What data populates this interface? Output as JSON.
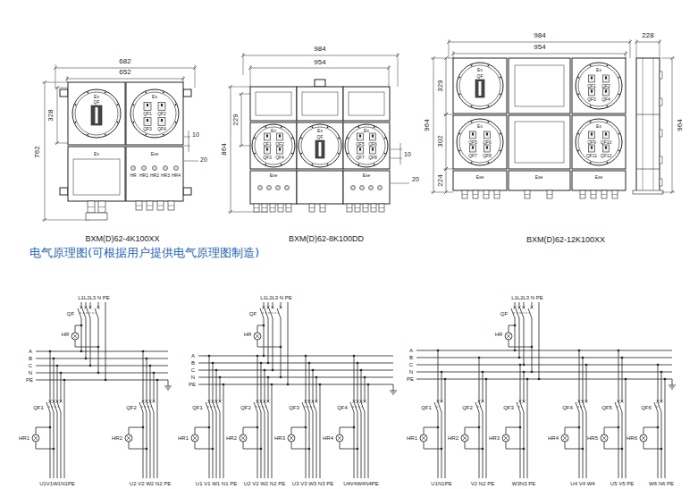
{
  "diagram": {
    "title": "电气原理图(可根据用户提供电气原理图制造)",
    "labels": [
      "682",
      "652",
      "762",
      "328",
      "10",
      "20",
      "Ex",
      "QF",
      "Ex",
      "QF1",
      "QF2",
      "QF3",
      "QF4",
      "Ex",
      "Exe",
      "HR",
      "HR1",
      "HR2",
      "HR3",
      "HR4",
      "BXM(D)62-4K100XX",
      "984",
      "954",
      "864",
      "229",
      "10",
      "20",
      "Ex",
      "Ex",
      "Ex",
      "QF1",
      "QF2",
      "QF3",
      "QF4",
      "QF",
      "QF5",
      "QF6",
      "QF7",
      "QF8",
      "Exe",
      "Exe",
      "BXM(D)62-8K100DD",
      "984",
      "954",
      "964",
      "329",
      "302",
      "224",
      "228",
      "964",
      "Ex",
      "QF",
      "Ex",
      "QF1",
      "QF2",
      "QF3",
      "QF4",
      "Ex",
      "QF5",
      "QF6",
      "QF7",
      "QF8",
      "Ex",
      "QF9",
      "QF10",
      "QF11",
      "QF12",
      "Exe",
      "Exe",
      "Exe",
      "BXM(D)62-12K100XX",
      "L1L2L3 N PE",
      "QF",
      "HR",
      "A",
      "B",
      "C",
      "N",
      "PE",
      "QF1",
      "HR1",
      "U1V1W1N1PE",
      "QF2",
      "HR2",
      "U2 V2 W2 N2 PE",
      "L1L2L3 N PE",
      "QF",
      "HR",
      "A",
      "B",
      "C",
      "N",
      "PE",
      "QF1",
      "HR1",
      "U1 V1 W1 N1 PE",
      "QF2",
      "HR2",
      "U2 V2 W2 N2 PE",
      "QF3",
      "HR3",
      "U3 V3 W3 N3 PE",
      "QF4",
      "HR4",
      "U4V4W4N4PE",
      "L1L2L3 N PE",
      "QF",
      "HR",
      "A",
      "B",
      "C",
      "N",
      "PE",
      "QF1",
      "HR1",
      "U1N1PE",
      "QF2",
      "HR2",
      "V2 N2 PE",
      "QF3",
      "HR3",
      "W3N3 PE",
      "QF4",
      "HR4",
      "U4 V4 W4",
      "QF5",
      "HR5",
      "U5 V5 PE",
      "QF6",
      "HR6",
      "W6 N6 PE"
    ]
  }
}
